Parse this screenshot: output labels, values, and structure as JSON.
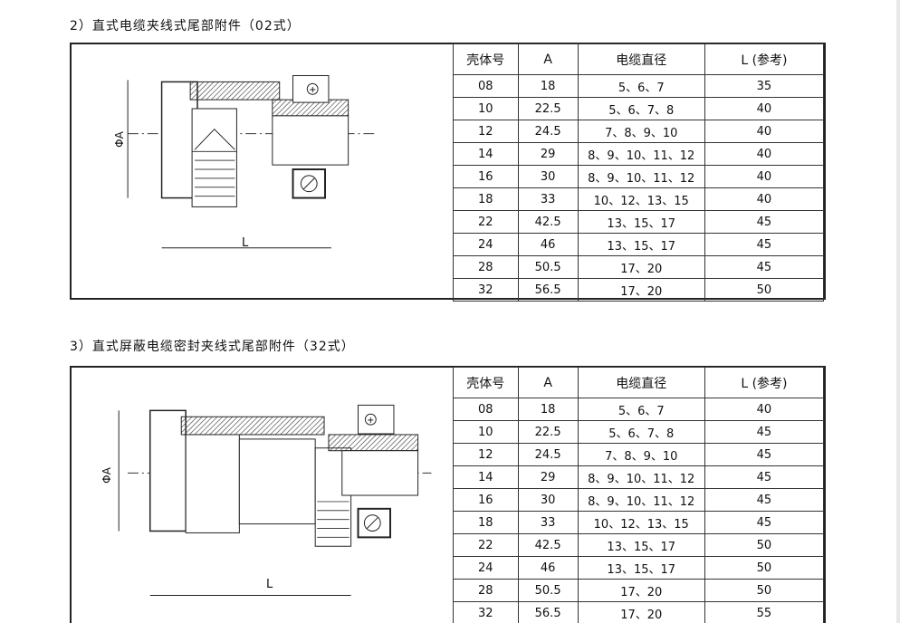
{
  "sections": [
    {
      "title": "2）直式电缆夹线式尾部附件（02式）",
      "drawing": {
        "dim_a": "ΦA",
        "dim_l": "L"
      },
      "headers": [
        "壳体号",
        "A",
        "电缆直径",
        "L (参考)"
      ],
      "rows": [
        [
          "08",
          "18",
          "5、6、7",
          "35"
        ],
        [
          "10",
          "22.5",
          "5、6、7、8",
          "40"
        ],
        [
          "12",
          "24.5",
          "7、8、9、10",
          "40"
        ],
        [
          "14",
          "29",
          "8、9、10、11、12",
          "40"
        ],
        [
          "16",
          "30",
          "8、9、10、11、12",
          "40"
        ],
        [
          "18",
          "33",
          "10、12、13、15",
          "40"
        ],
        [
          "22",
          "42.5",
          "13、15、17",
          "45"
        ],
        [
          "24",
          "46",
          "13、15、17",
          "45"
        ],
        [
          "28",
          "50.5",
          "17、20",
          "45"
        ],
        [
          "32",
          "56.5",
          "17、20",
          "50"
        ]
      ]
    },
    {
      "title": "3）直式屏蔽电缆密封夹线式尾部附件（32式）",
      "drawing": {
        "dim_a": "ΦA",
        "dim_l": "L"
      },
      "headers": [
        "壳体号",
        "A",
        "电缆直径",
        "L (参考)"
      ],
      "rows": [
        [
          "08",
          "18",
          "5、6、7",
          "40"
        ],
        [
          "10",
          "22.5",
          "5、6、7、8",
          "45"
        ],
        [
          "12",
          "24.5",
          "7、8、9、10",
          "45"
        ],
        [
          "14",
          "29",
          "8、9、10、11、12",
          "45"
        ],
        [
          "16",
          "30",
          "8、9、10、11、12",
          "45"
        ],
        [
          "18",
          "33",
          "10、12、13、15",
          "45"
        ],
        [
          "22",
          "42.5",
          "13、15、17",
          "50"
        ],
        [
          "24",
          "46",
          "13、15、17",
          "50"
        ],
        [
          "28",
          "50.5",
          "17、20",
          "50"
        ],
        [
          "32",
          "56.5",
          "17、20",
          "55"
        ]
      ]
    }
  ]
}
